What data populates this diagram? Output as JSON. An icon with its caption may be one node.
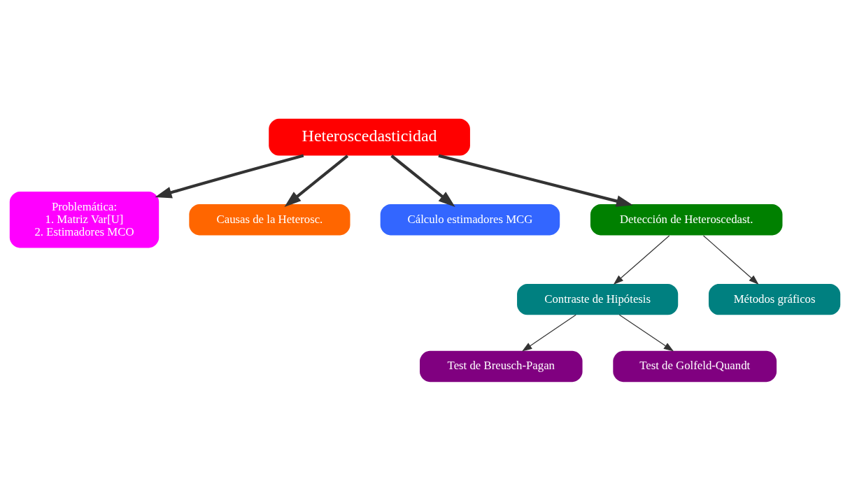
{
  "diagram": {
    "nodes": [
      {
        "text": [
          "Problemática:",
          "1. Matriz Var[U]",
          "2. Estimadores MCO"
        ]
      },
      {
        "text": [
          "Causas de la Heterosc."
        ]
      },
      {
        "text": [
          "Heteroscedasticidad"
        ]
      },
      {
        "text": [
          "Cálculo estimadores MCG"
        ]
      },
      {
        "text": [
          "Detección de Heteroscedast."
        ]
      },
      {
        "text": [
          "Contraste de Hipótesis"
        ]
      },
      {
        "text": [
          "Métodos gráficos"
        ]
      },
      {
        "text": [
          "Test de Breusch-Pagan"
        ]
      },
      {
        "text": [
          "Test de Golfeld-Quandt"
        ]
      }
    ],
    "edges": [
      {
        "from": 2,
        "to": 0,
        "arrow": "to",
        "style": "thick"
      },
      {
        "from": 2,
        "to": 1,
        "arrow": "to",
        "style": "thick"
      },
      {
        "from": 2,
        "to": 3,
        "arrow": "to",
        "style": "thick"
      },
      {
        "from": 2,
        "to": 4,
        "arrow": "to",
        "style": "thick"
      },
      {
        "from": 4,
        "to": 6,
        "arrow": "to"
      },
      {
        "from": 4,
        "to": 5,
        "arrow": "to"
      },
      {
        "from": 5,
        "to": 8,
        "arrow": "to"
      },
      {
        "from": 5,
        "to": 7,
        "arrow": "to"
      }
    ]
  }
}
